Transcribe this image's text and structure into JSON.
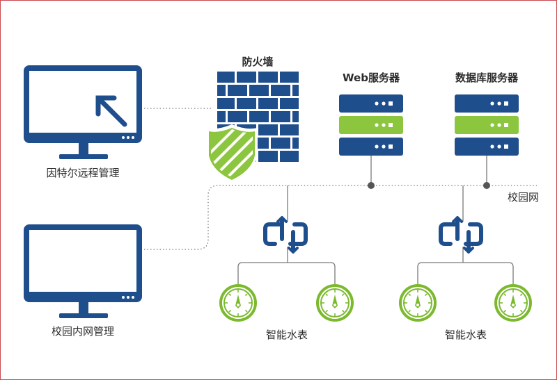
{
  "labels": {
    "remote_mgmt": "因特尔远程管理",
    "campus_mgmt": "校园内网管理",
    "firewall": "防火墙",
    "web_server": "Web服务器",
    "db_server": "数据库服务器",
    "campus_net": "校园网",
    "smart_meter_1": "智能水表",
    "smart_meter_2": "智能水表"
  },
  "colors": {
    "navy": "#1f4e8c",
    "green": "#8cc63f",
    "meter_green": "#7cb92f",
    "line": "#7a7a7a",
    "border": "#c9484f"
  },
  "icons": {
    "monitor": "monitor-icon",
    "cursor": "cursor-arrow-icon",
    "firewall": "brick-wall-icon",
    "shield": "shield-icon",
    "server": "server-rack-icon",
    "gateway": "network-gateway-icon",
    "meter": "water-meter-icon"
  }
}
